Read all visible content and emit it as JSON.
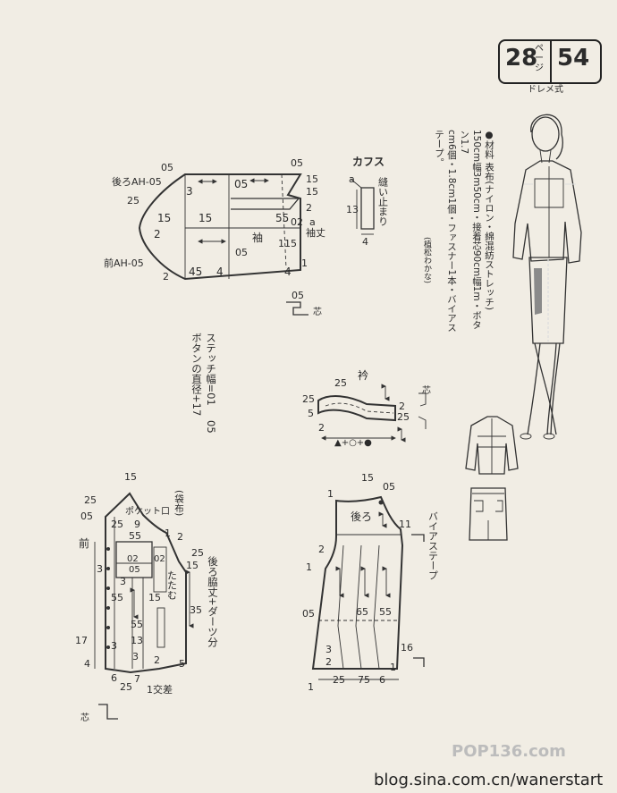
{
  "header": {
    "page_label": "28",
    "page_unit": "ページ",
    "pattern_number": "54",
    "subtitle": "ドレメ式"
  },
  "materials": {
    "lines": [
      "●材料 表布(ナイロン・綿混紡ストレッチ)",
      "150cm幅3m50cm・接着芯90cm幅1m・ボタン1.7",
      "cm6個・1.8cm1個・ファスナー1本・バイアス",
      "テープ。",
      "(植松わかな)"
    ]
  },
  "sleeve": {
    "title": "袖",
    "back_ah": "後ろAH-05",
    "front_ah": "前AH-05",
    "sleeve_length": "袖丈",
    "measurements": [
      "05",
      "05",
      "05",
      "15",
      "25",
      "3",
      "15",
      "15",
      "2",
      "02",
      "a",
      "115",
      "55",
      "2",
      "45",
      "4",
      "4",
      "05",
      "15",
      "1",
      "05",
      "2"
    ],
    "shin_label": "芯"
  },
  "cuffs": {
    "title": "カフス",
    "note": "縫い止まり",
    "a": "a",
    "width": "13",
    "depth": "4"
  },
  "button_note": {
    "lines": [
      "ボタンの直径+17",
      "ステッチ幅=01",
      "05"
    ]
  },
  "collar": {
    "title": "衿",
    "measurements": [
      "25",
      "25",
      "5",
      "2",
      "2",
      "25"
    ],
    "formula": "▲+○+●",
    "shin_label": "芯"
  },
  "front": {
    "title": "前",
    "pocket_label": "ポケット口",
    "bag_label": "(袋布)",
    "pleat_label": "たたむ",
    "side_note": "後ろ脇丈+ダーツ分",
    "crossover": "1交差",
    "shin_label": "芯",
    "measurements": [
      "15",
      "25",
      "05",
      "25",
      "9",
      "55",
      "02",
      "02",
      "05",
      "1",
      "2",
      "25",
      "15",
      "3",
      "3",
      "55",
      "55",
      "15",
      "35",
      "13",
      "17",
      "3",
      "3",
      "4",
      "25",
      "6",
      "7",
      "2",
      "5"
    ]
  },
  "back": {
    "title": "後ろ",
    "bias_label": "バイアステープ",
    "measurements": [
      "1",
      "15",
      "05",
      "11",
      "2",
      "1",
      "05",
      "65",
      "55",
      "3",
      "2",
      "16",
      "1",
      "25",
      "75",
      "6",
      "1"
    ]
  },
  "footer": {
    "watermark": "POP136.com",
    "blog_url": "blog.sina.com.cn/wanerstart"
  }
}
